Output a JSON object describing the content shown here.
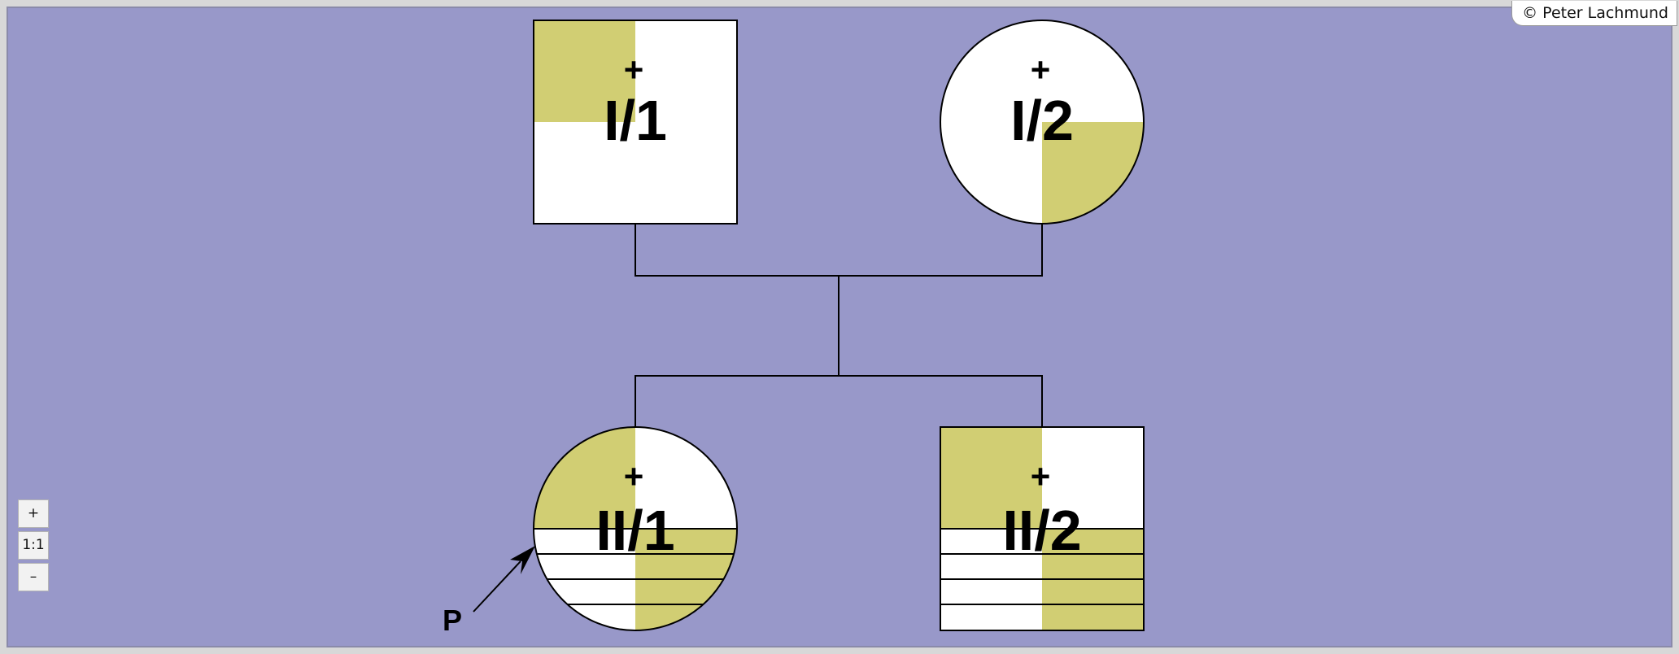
{
  "copyright": "© Peter Lachmund",
  "zoom": {
    "in_label": "+",
    "reset_label": "1:1",
    "out_label": "–"
  },
  "colors": {
    "background": "#9898c9",
    "affected_fill": "#d1ce73",
    "unaffected_fill": "#ffffff",
    "line": "#000000"
  },
  "pedigree": {
    "individuals": [
      {
        "id": "I/1",
        "sex": "male",
        "deceased_mark": "+",
        "generation": "I",
        "affected_quadrants": [
          "top-left"
        ],
        "lower_bands": null
      },
      {
        "id": "I/2",
        "sex": "female",
        "deceased_mark": "+",
        "generation": "I",
        "affected_quadrants": [
          "bottom-right"
        ],
        "lower_bands": null
      },
      {
        "id": "II/1",
        "sex": "female",
        "deceased_mark": "+",
        "generation": "II",
        "affected_quadrants": [
          "top-left"
        ],
        "lower_bands": {
          "count": 4,
          "affected_side": "right"
        },
        "proband": true
      },
      {
        "id": "II/2",
        "sex": "male",
        "deceased_mark": "+",
        "generation": "II",
        "affected_quadrants": [
          "top-left"
        ],
        "lower_bands": {
          "count": 4,
          "affected_side": "right"
        }
      }
    ],
    "proband_label": "P"
  }
}
